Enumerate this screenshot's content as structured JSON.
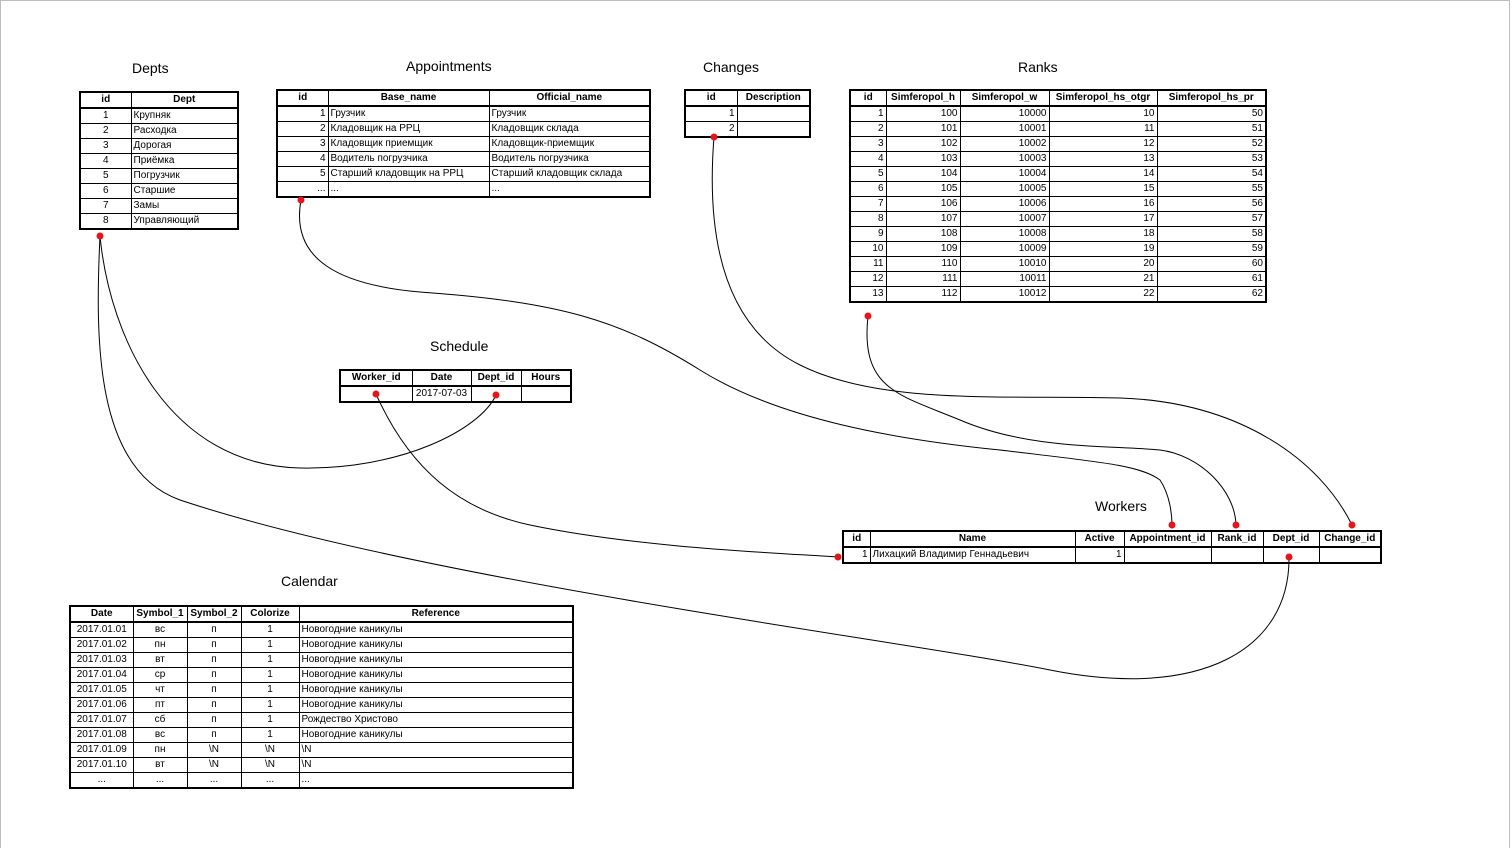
{
  "depts": {
    "title": "Depts",
    "columns": [
      "id",
      "Dept"
    ],
    "rows": [
      [
        "1",
        "Крупняк"
      ],
      [
        "2",
        "Расходка"
      ],
      [
        "3",
        "Дорогая"
      ],
      [
        "4",
        "Приёмка"
      ],
      [
        "5",
        "Погрузчик"
      ],
      [
        "6",
        "Старшие"
      ],
      [
        "7",
        "Замы"
      ],
      [
        "8",
        "Управляющий"
      ]
    ]
  },
  "appointments": {
    "title": "Appointments",
    "columns": [
      "id",
      "Base_name",
      "Official_name"
    ],
    "rows": [
      [
        "1",
        "Грузчик",
        "Грузчик"
      ],
      [
        "2",
        "Кладовщик на РРЦ",
        "Кладовщик склада"
      ],
      [
        "3",
        "Кладовщик приемщик",
        "Кладовщик-приемщик"
      ],
      [
        "4",
        "Водитель погрузчика",
        "Водитель погрузчика"
      ],
      [
        "5",
        "Старший кладовщик на РРЦ",
        "Старший кладовщик склада"
      ],
      [
        "...",
        "...",
        "..."
      ]
    ]
  },
  "changes": {
    "title": "Changes",
    "columns": [
      "id",
      "Description"
    ],
    "rows": [
      [
        "1",
        ""
      ],
      [
        "2",
        ""
      ]
    ]
  },
  "ranks": {
    "title": "Ranks",
    "columns": [
      "id",
      "Simferopol_h",
      "Simferopol_w",
      "Simferopol_hs_otgr",
      "Simferopol_hs_pr"
    ],
    "rows": [
      [
        "1",
        "100",
        "10000",
        "10",
        "50"
      ],
      [
        "2",
        "101",
        "10001",
        "11",
        "51"
      ],
      [
        "3",
        "102",
        "10002",
        "12",
        "52"
      ],
      [
        "4",
        "103",
        "10003",
        "13",
        "53"
      ],
      [
        "5",
        "104",
        "10004",
        "14",
        "54"
      ],
      [
        "6",
        "105",
        "10005",
        "15",
        "55"
      ],
      [
        "7",
        "106",
        "10006",
        "16",
        "56"
      ],
      [
        "8",
        "107",
        "10007",
        "17",
        "57"
      ],
      [
        "9",
        "108",
        "10008",
        "18",
        "58"
      ],
      [
        "10",
        "109",
        "10009",
        "19",
        "59"
      ],
      [
        "11",
        "110",
        "10010",
        "20",
        "60"
      ],
      [
        "12",
        "111",
        "10011",
        "21",
        "61"
      ],
      [
        "13",
        "112",
        "10012",
        "22",
        "62"
      ]
    ]
  },
  "schedule": {
    "title": "Schedule",
    "columns": [
      "Worker_id",
      "Date",
      "Dept_id",
      "Hours"
    ],
    "rows": [
      [
        "",
        "2017-07-03",
        "",
        ""
      ]
    ]
  },
  "workers": {
    "title": "Workers",
    "columns": [
      "id",
      "Name",
      "Active",
      "Appointment_id",
      "Rank_id",
      "Dept_id",
      "Change_id"
    ],
    "rows": [
      [
        "1",
        "Лихацкий Владимир Геннадьевич",
        "1",
        "",
        "",
        "",
        ""
      ]
    ]
  },
  "calendar": {
    "title": "Calendar",
    "columns": [
      "Date",
      "Symbol_1",
      "Symbol_2",
      "Colorize",
      "Reference"
    ],
    "rows": [
      [
        "2017.01.01",
        "вс",
        "п",
        "1",
        "Новогодние каникулы"
      ],
      [
        "2017.01.02",
        "пн",
        "п",
        "1",
        "Новогодние каникулы"
      ],
      [
        "2017.01.03",
        "вт",
        "п",
        "1",
        "Новогодние каникулы"
      ],
      [
        "2017.01.04",
        "ср",
        "п",
        "1",
        "Новогодние каникулы"
      ],
      [
        "2017.01.05",
        "чт",
        "п",
        "1",
        "Новогодние каникулы"
      ],
      [
        "2017.01.06",
        "пт",
        "п",
        "1",
        "Новогодние каникулы"
      ],
      [
        "2017.01.07",
        "сб",
        "п",
        "1",
        "Рождество Христово"
      ],
      [
        "2017.01.08",
        "вс",
        "п",
        "1",
        "Новогодние каникулы"
      ],
      [
        "2017.01.09",
        "пн",
        "\\N",
        "\\N",
        "\\N"
      ],
      [
        "2017.01.10",
        "вт",
        "\\N",
        "\\N",
        "\\N"
      ],
      [
        "...",
        "...",
        "...",
        "...",
        "..."
      ]
    ]
  },
  "colors": {
    "connector_line": "#000000",
    "connector_dot": "#e8141b"
  }
}
